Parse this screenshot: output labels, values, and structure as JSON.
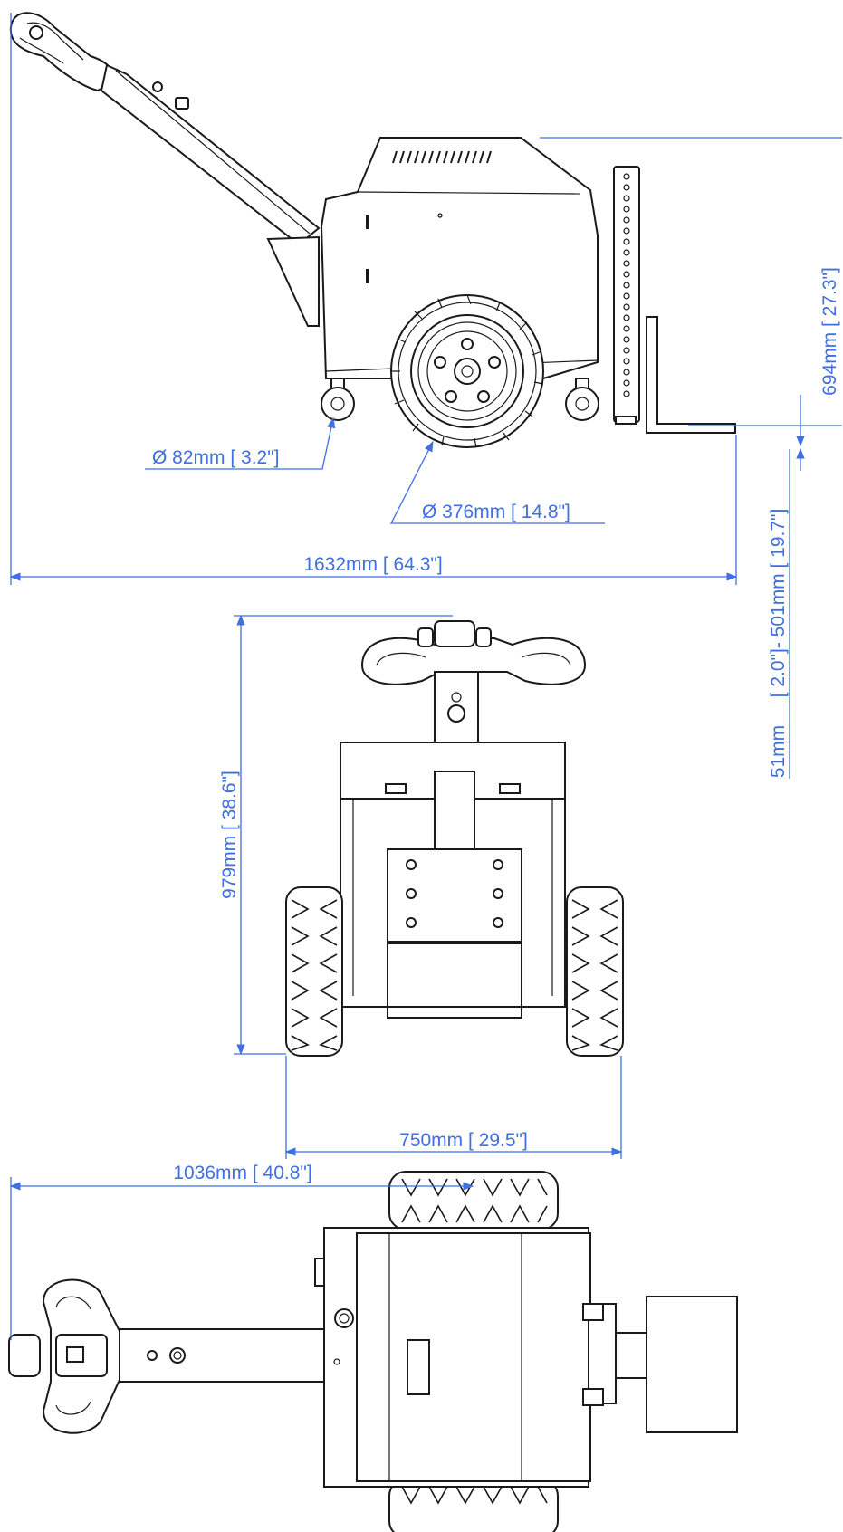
{
  "colors": {
    "dimension": "#3f6fe0",
    "line": "#1a1a1a",
    "background": "#ffffff"
  },
  "dimensions": {
    "side_height": "694mm [ 27.3\"]",
    "caster_dia": "Ø 82mm [ 3.2\"]",
    "wheel_dia": "Ø 376mm [ 14.8\"]",
    "overall_length": "1632mm [ 64.3\"]",
    "hitch_range_max": "[ 2.0\"]- 501mm [ 19.7\"]",
    "hitch_range_min": "51mm",
    "front_height": "979mm [ 38.6\"]",
    "front_width": "750mm [ 29.5\"]",
    "top_handle_to_axle": "1036mm [ 40.8\"]"
  },
  "views": [
    "side-view",
    "front-view",
    "top-view"
  ]
}
